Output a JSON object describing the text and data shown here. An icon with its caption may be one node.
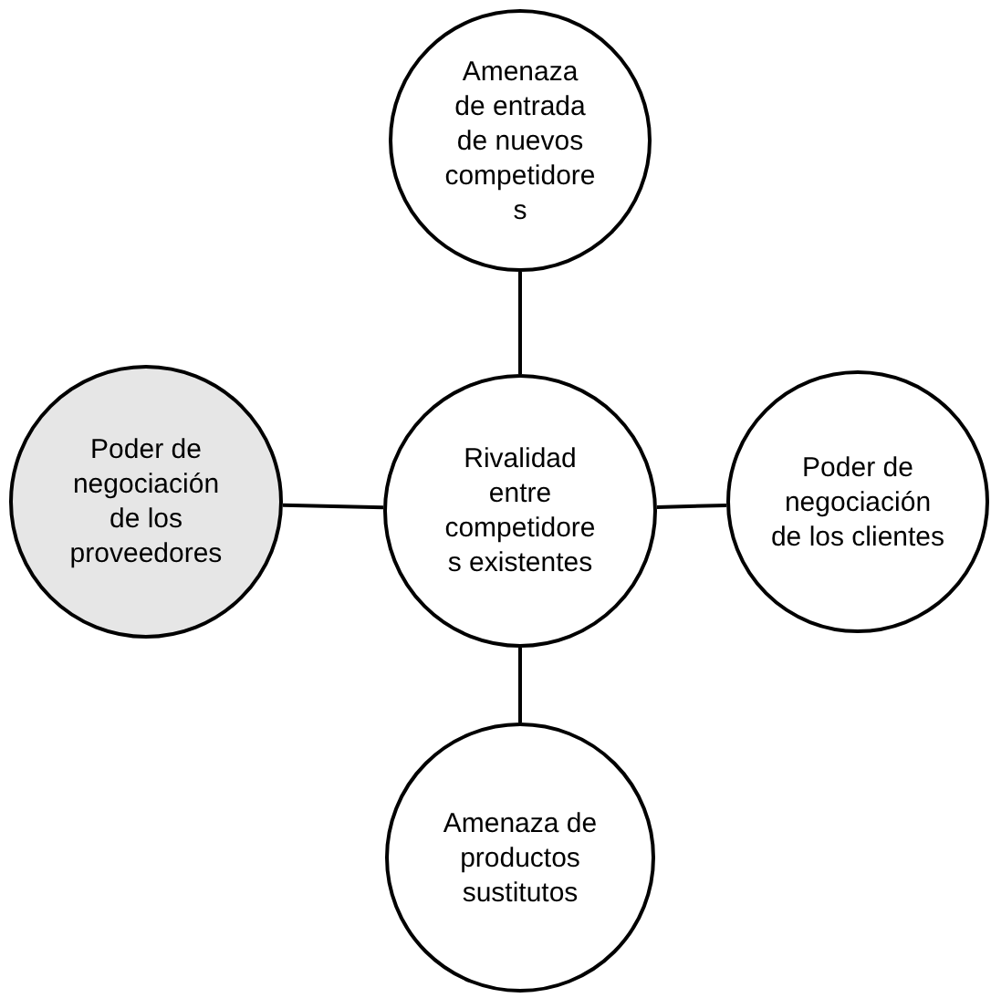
{
  "diagram": {
    "nodes": [
      {
        "text": [
          "Amenaza de entrada de nuevos competidores"
        ]
      },
      {
        "text": [
          "Rivalidad entre competidores existentes"
        ]
      },
      {
        "text": [
          "Poder de negociación de los proveedores"
        ]
      },
      {
        "text": [
          "Poder de negociación de los clientes"
        ]
      },
      {
        "text": [
          "Amenaza de productos sustitutos"
        ]
      }
    ],
    "edges": [
      {
        "from": 1,
        "to": 0,
        "arrow": "none"
      },
      {
        "from": 1,
        "to": 2,
        "arrow": "none"
      },
      {
        "from": 1,
        "to": 3,
        "arrow": "none"
      },
      {
        "from": 1,
        "to": 4,
        "arrow": "none"
      }
    ]
  }
}
